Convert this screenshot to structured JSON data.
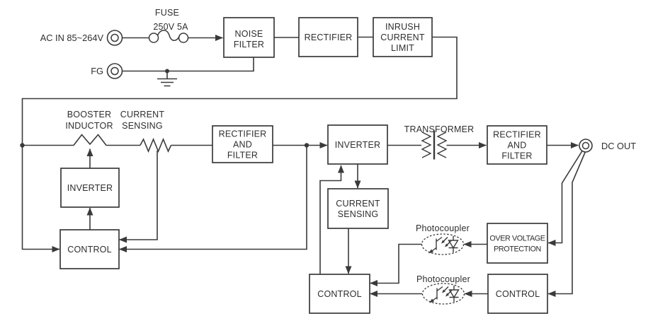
{
  "diagram": {
    "type": "block-diagram",
    "subject": "Switching power supply (AC-DC converter) block diagram",
    "colors": {
      "background": "#ffffff",
      "line": "#3a3a3a",
      "text": "#2e2e2e"
    }
  },
  "inputs": {
    "ac_in": {
      "label": "AC IN 85~264V"
    },
    "fg": {
      "label": "FG"
    },
    "fuse": {
      "label_line1": "FUSE",
      "label_line2": "250V 5A"
    }
  },
  "output": {
    "dc_out": {
      "label": "DC OUT"
    }
  },
  "blocks": {
    "noise_filter": {
      "line1": "NOISE",
      "line2": "FILTER"
    },
    "rectifier_input": {
      "line1": "RECTIFIER"
    },
    "inrush_current_limit": {
      "line1": "INRUSH",
      "line2": "CURRENT",
      "line3": "LIMIT"
    },
    "rectifier_and_filter_primary": {
      "line1": "RECTIFIER",
      "line2": "AND",
      "line3": "FILTER"
    },
    "inverter_main": {
      "line1": "INVERTER"
    },
    "rectifier_and_filter_output": {
      "line1": "RECTIFIER",
      "line2": "AND",
      "line3": "FILTER"
    },
    "inverter_booster": {
      "line1": "INVERTER"
    },
    "control_booster": {
      "line1": "CONTROL"
    },
    "current_sensing_secondary": {
      "line1": "CURRENT",
      "line2": "SENSING"
    },
    "control_main": {
      "line1": "CONTROL"
    },
    "over_voltage_protection": {
      "line1": "OVER VOLTAGE",
      "line2": "PROTECTION"
    },
    "control_output": {
      "line1": "CONTROL"
    }
  },
  "component_labels": {
    "booster_inductor": {
      "line1": "BOOSTER",
      "line2": "INDUCTOR"
    },
    "current_sensing": {
      "line1": "CURRENT",
      "line2": "SENSING"
    },
    "transformer": "TRANSFORMER",
    "photocoupler_upper": "Photocoupler",
    "photocoupler_lower": "Photocoupler"
  }
}
